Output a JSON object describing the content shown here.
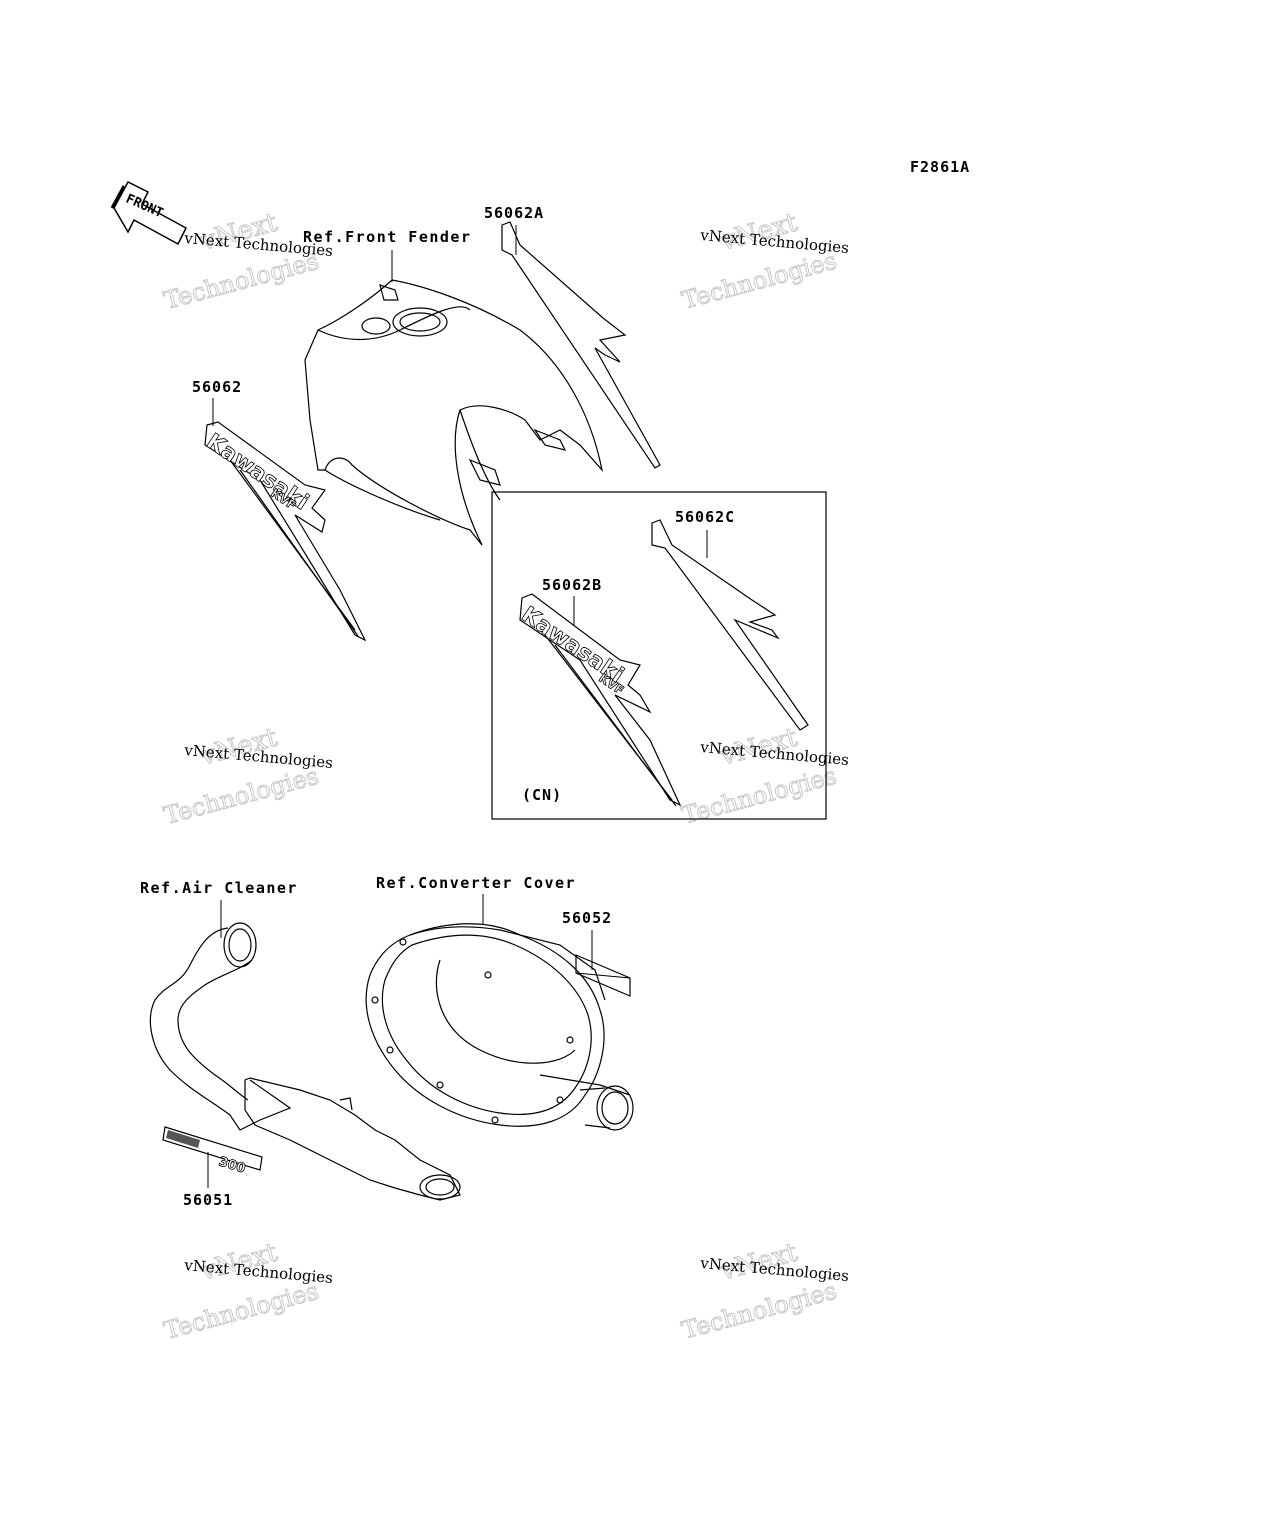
{
  "figure_code": "F2861A",
  "front_label": "FRONT",
  "refs": {
    "front_fender": "Ref.Front Fender",
    "air_cleaner": "Ref.Air Cleaner",
    "converter_cover": "Ref.Converter Cover"
  },
  "parts": {
    "p56062": "56062",
    "p56062A": "56062A",
    "p56062B": "56062B",
    "p56062C": "56062C",
    "p56052": "56052",
    "p56051": "56051"
  },
  "inset_note": "(CN)",
  "decal_text": {
    "brand": "Kawasaki",
    "model": "KVF",
    "size": "300"
  },
  "watermark": {
    "line1": "vNext Technologies",
    "line2": "vNext",
    "line3": "Technologies"
  }
}
